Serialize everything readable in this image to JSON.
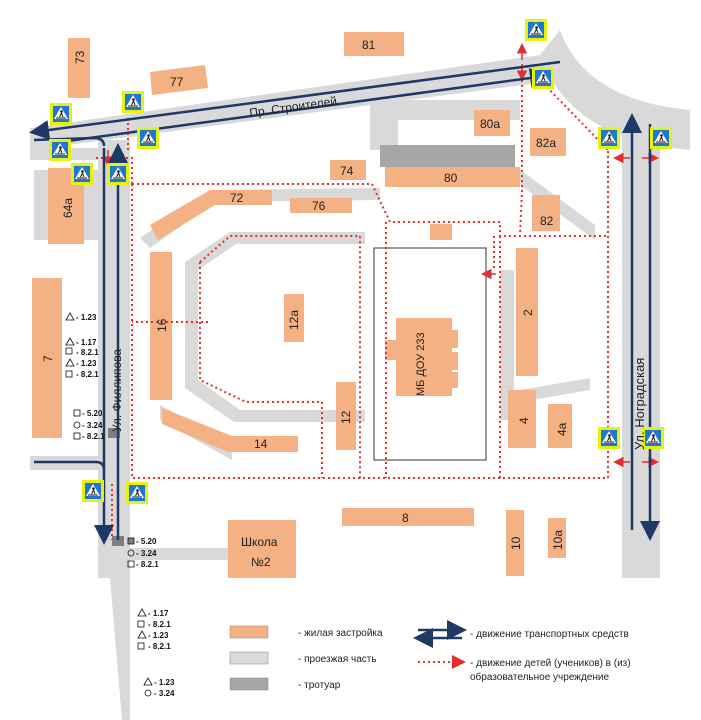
{
  "map": {
    "streets": {
      "stroiteley": "Пр. Строителей",
      "fillipova": "Ул. Филлипова",
      "nogradskaya": "Ул. Ноградская"
    },
    "buildings": {
      "b81": "81",
      "b73": "73",
      "b77": "77",
      "b80a": "80а",
      "b82a": "82а",
      "b74": "74",
      "b80": "80",
      "b72": "72",
      "b76": "76",
      "b82": "82",
      "b64a": "64а",
      "b7": "7",
      "b16": "16",
      "b12a": "12а",
      "b2": "2",
      "b4": "4",
      "b4a": "4а",
      "b12": "12",
      "b14": "14",
      "b8": "8",
      "b10": "10",
      "b10a": "10а",
      "kindergarten": "МБ ДОУ 233",
      "school_line1": "Школа",
      "school_line2": "№2"
    },
    "sign_groups": {
      "g1": [
        "- 1.23",
        "- 1.17",
        "- 8.2.1",
        "- 1.23",
        "- 8.2.1"
      ],
      "g2": [
        "- 5.20",
        "- 3.24",
        "- 8.2.1"
      ],
      "g3": [
        "- 5.20",
        "- 3.24",
        "- 8.2.1"
      ],
      "g4": [
        "- 1.17",
        "- 8.2.1",
        "- 1.23",
        "- 8.2.1"
      ],
      "g5": [
        "- 1.23",
        "- 3.24"
      ]
    },
    "legend": {
      "residential": "- жилая застройка",
      "roadway": "- проезжая часть",
      "sidewalk": "- тротуар",
      "vehicles": "- движение транспортных средств",
      "children_line1": "- движение детей (учеников) в (из)",
      "children_line2": "образовательное учреждение"
    },
    "colors": {
      "building": "#f4b183",
      "road": "#d9d9d9",
      "sidewalk": "#a6a6a6",
      "traffic": "#1f3864",
      "children_path": "#e03030",
      "crossing_sign_bg": "#1f77d4",
      "crossing_sign_border": "#e6f20a"
    }
  }
}
